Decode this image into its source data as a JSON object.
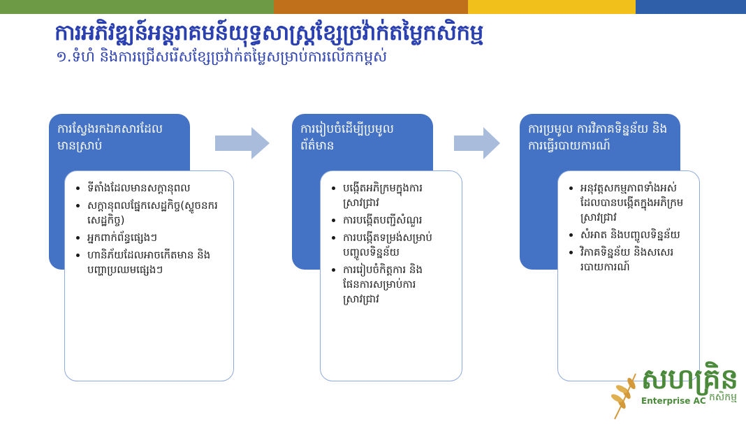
{
  "colors": {
    "bar1": "#6d9b45",
    "bar2": "#c0701a",
    "bar3": "#f2c01a",
    "bar4": "#2f5fa8",
    "title": "#2a3fb0",
    "step_head": "#4472c4",
    "arrow": "#a9bcdc"
  },
  "slide": {
    "title": "ការអភិវឌ្ឍន៍អន្តរាគមន៍យុទ្ធសាស្ត្រខ្សែច្រវ៉ាក់តម្លៃកសិកម្ម",
    "subtitle": "១.ទំហំ និងការជ្រើសរើសខ្សែច្រវ៉ាក់តម្លៃសម្រាប់ការលើកកម្ពស់"
  },
  "steps": [
    {
      "heading": "ការស្វែងរកឯកសារដែលមានស្រាប់",
      "items": [
        "ទីតាំងដែលមានសក្តានុពល",
        "សក្តានុពលផ្នែកសេដ្ឋកិច្ច(ស្ទូចនករសេដ្ឋកិច្ច)",
        "អ្នកពាក់ព័ន្ធផ្សេងៗ",
        "ហានិភ័យដែលអាចកើតមាន និងបញ្ហាប្រឈមផ្សេងៗ"
      ]
    },
    {
      "heading": "ការរៀបចំដើម្បីប្រមូលព័ត៌មាន",
      "items": [
        "បង្កើតអភិក្រមក្នុងការស្រាវជ្រាវ",
        "ការបង្កើតបញ្ជីសំណួរ",
        "ការបង្កើតទម្រង់សម្រាប់បញ្ចូលទិន្នន័យ",
        "ការរៀបចំកិត្តការ និងផែនការសម្រាប់ការស្រាវជ្រាវ"
      ]
    },
    {
      "heading": "ការប្រមូល ការវិភាគទិន្នន័យ និងការធ្វើរបាយការណ៍",
      "items": [
        "អនុវត្តសកម្មភាពទាំងអស់ដែលបានបង្កើតក្នុងអភិក្រមស្រាវជ្រាវ",
        "សំអាត និងបញ្ចូលទិន្នន័យ",
        "វិភាគទិន្នន័យ និងសសេររបាយការណ៍"
      ]
    }
  ],
  "logo": {
    "name": "សហគ្រិន",
    "tagline": "Enterprise AC",
    "sub": "កសិកម្ម"
  }
}
